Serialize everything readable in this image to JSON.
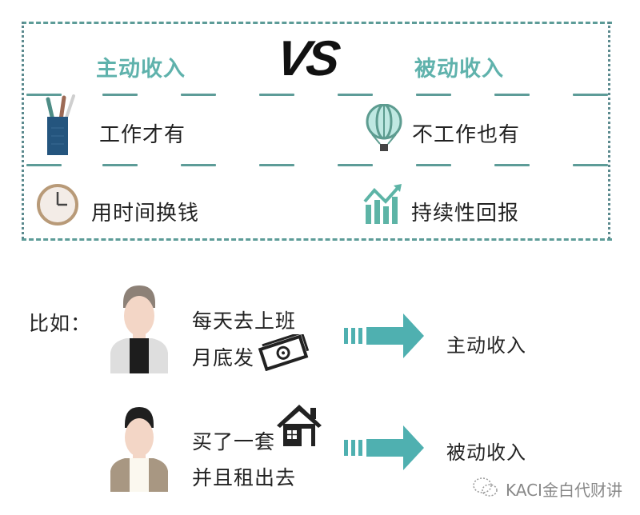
{
  "comparison": {
    "left_heading": "主动收入",
    "vs_label": "VS",
    "right_heading": "被动收入",
    "rows": [
      {
        "left": {
          "icon": "pencil-cup-icon",
          "text": "工作才有"
        },
        "right": {
          "icon": "hot-air-balloon-icon",
          "text": "不工作也有"
        }
      },
      {
        "left": {
          "icon": "clock-icon",
          "text": "用时间换钱"
        },
        "right": {
          "icon": "growth-chart-icon",
          "text": "持续性回报"
        }
      }
    ]
  },
  "examples": {
    "label": "比如：",
    "items": [
      {
        "avatar": "man-white-jacket-avatar",
        "line1": "每天去上班",
        "line2": "月底发",
        "line_icon": "money-bill-icon",
        "result": "主动收入"
      },
      {
        "avatar": "man-tan-vest-avatar",
        "line1": "买了一套",
        "line1_icon": "house-icon",
        "line2": "并且租出去",
        "result": "被动收入"
      }
    ]
  },
  "watermark": {
    "icon": "wechat-icon",
    "text": "KACI金白代财讲"
  },
  "colors": {
    "accent_teal": "#5fb2ac",
    "arrow_teal": "#4fb0b0",
    "frame": "#5d9c98",
    "text": "#222222"
  }
}
